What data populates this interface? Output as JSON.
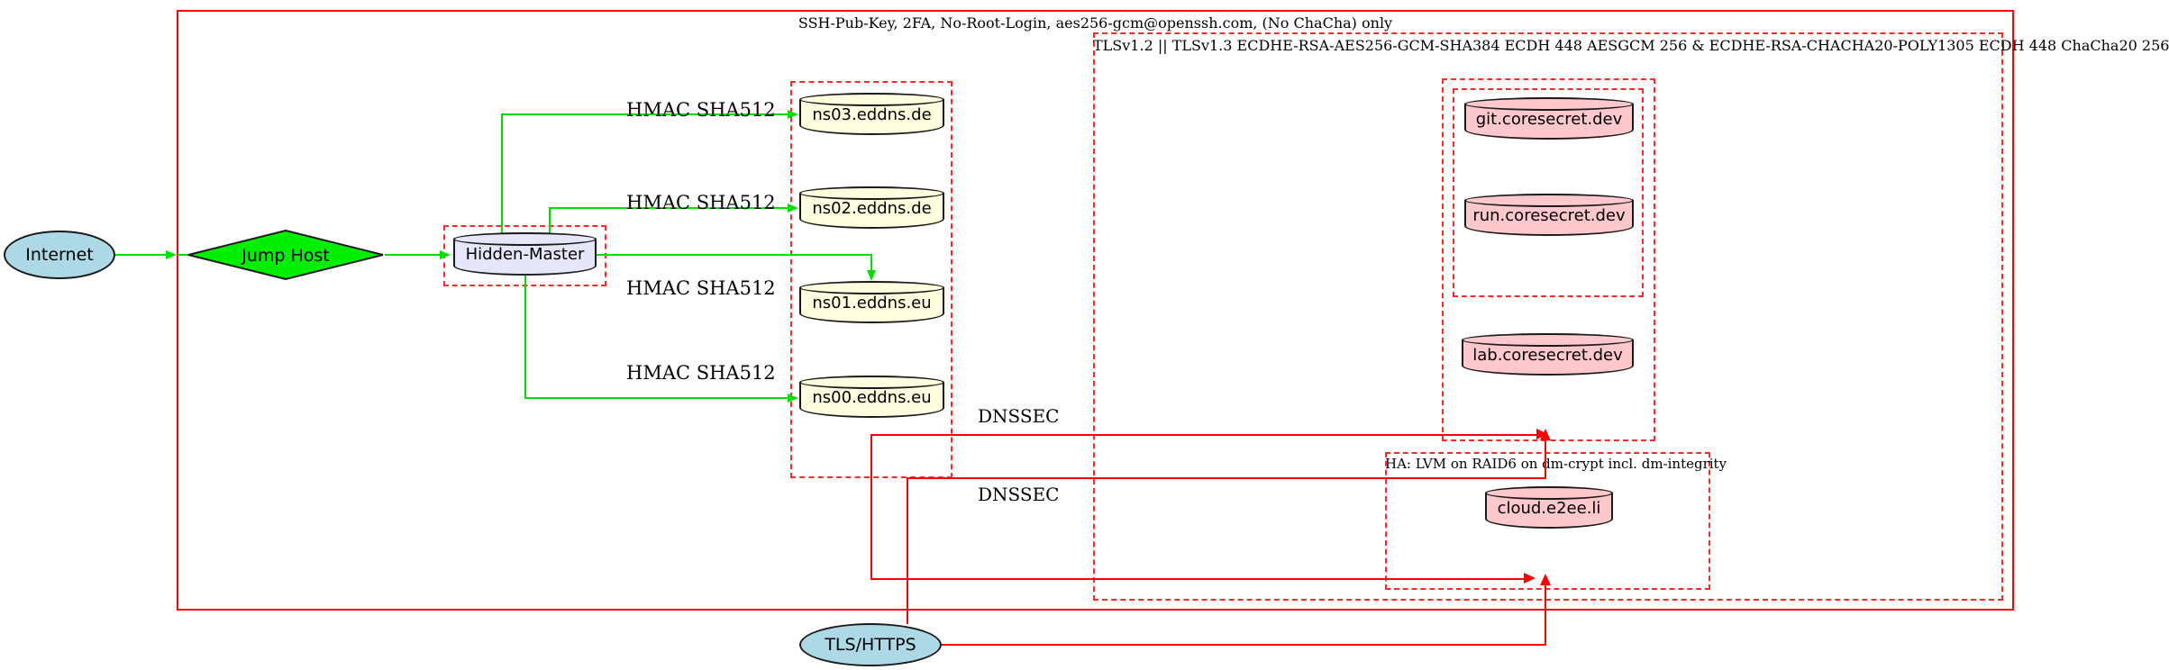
{
  "clusters": {
    "ssh": {
      "label": "SSH-Pub-Key, 2FA, No-Root-Login, aes256-gcm@openssh.com, (No ChaCha) only"
    },
    "tls": {
      "label": "TLSv1.2 || TLSv1.3 ECDHE-RSA-AES256-GCM-SHA384 ECDH 448 AESGCM 256 & ECDHE-RSA-CHACHA20-POLY1305 ECDH 448 ChaCha20 256"
    },
    "ha": {
      "label": "HA: LVM on RAID6 on dm-crypt incl. dm-integrity"
    }
  },
  "nodes": {
    "internet": {
      "label": "Internet",
      "shape": "ellipse",
      "fill": "#add8e6"
    },
    "jump_host": {
      "label": "Jump Host",
      "shape": "diamond",
      "fill": "#00ee00"
    },
    "hidden_master": {
      "label": "Hidden-Master",
      "shape": "cylinder",
      "fill": "#e6e6fa"
    },
    "ns03": {
      "label": "ns03.eddns.de",
      "shape": "cylinder",
      "fill": "#ffffe0"
    },
    "ns02": {
      "label": "ns02.eddns.de",
      "shape": "cylinder",
      "fill": "#ffffe0"
    },
    "ns01": {
      "label": "ns01.eddns.eu",
      "shape": "cylinder",
      "fill": "#ffffe0"
    },
    "ns00": {
      "label": "ns00.eddns.eu",
      "shape": "cylinder",
      "fill": "#ffffe0"
    },
    "git": {
      "label": "git.coresecret.dev",
      "shape": "cylinder",
      "fill": "#ffc8cd"
    },
    "run": {
      "label": "run.coresecret.dev",
      "shape": "cylinder",
      "fill": "#ffc8cd"
    },
    "lab": {
      "label": "lab.coresecret.dev",
      "shape": "cylinder",
      "fill": "#ffc8cd"
    },
    "cloud": {
      "label": "cloud.e2ee.li",
      "shape": "cylinder",
      "fill": "#ffc8cd"
    },
    "tls_https": {
      "label": "TLS/HTTPS",
      "shape": "ellipse",
      "fill": "#add8e6"
    }
  },
  "edge_labels": {
    "hmac": "HMAC SHA512",
    "dnssec": "DNSSEC"
  },
  "colors": {
    "edge_green": "#00dd00",
    "edge_red": "#ff0000",
    "dashed_border_red": "#ff2b2b",
    "node_blue": "#add8e6",
    "node_green": "#00ee00",
    "node_lavender": "#e6e6fa",
    "node_yellow": "#ffffe0",
    "node_pink": "#ffc8cd"
  }
}
